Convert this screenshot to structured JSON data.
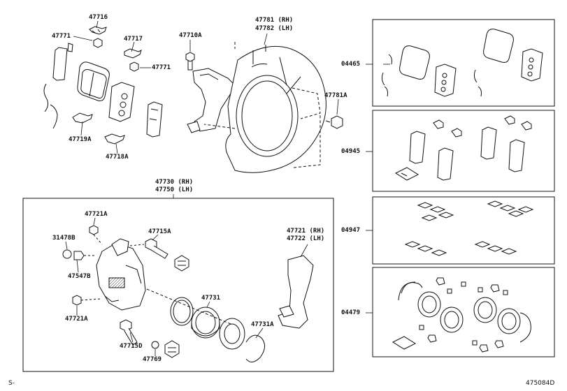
{
  "labels": {
    "p47716": "47716",
    "p47771a": "47771",
    "p47717": "47717",
    "p47771b": "47771",
    "p47719a": "47719A",
    "p47718a": "47718A",
    "p47710a": "47710A",
    "p47781rh": "47781 (RH)",
    "p47782lh": "47782 (LH)",
    "p47781a": "47781A",
    "p47730rh": "47730 (RH)",
    "p47750lh": "47750 (LH)",
    "p47721a_top": "47721A",
    "p31478b": "31478B",
    "p47547b": "47547B",
    "p47721a_bot": "47721A",
    "p47715a": "47715A",
    "p47715d": "47715D",
    "p47731": "47731",
    "p47731a": "47731A",
    "p47769": "47769",
    "p47721rh": "47721 (RH)",
    "p47722lh": "47722 (LH)",
    "p04465": "04465",
    "p04945": "04945",
    "p04947": "04947",
    "p04479": "04479"
  },
  "footer": {
    "left": "S-",
    "code": "475084D"
  },
  "colors": {
    "line": "#111111",
    "fill": "#ffffff",
    "shade": "#cfcfcf"
  }
}
